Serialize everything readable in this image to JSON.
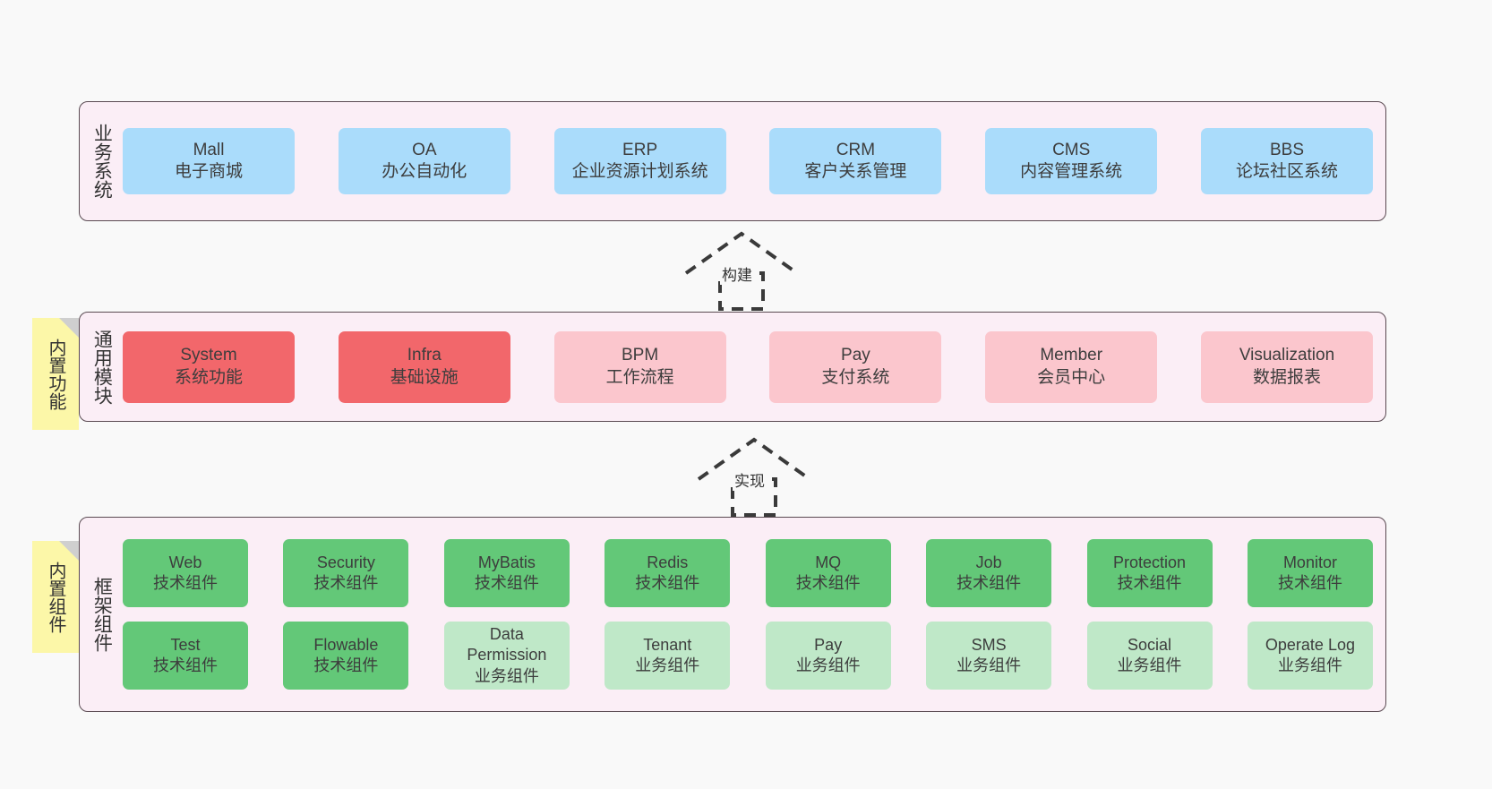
{
  "diagram": {
    "background": "#f9f9f9",
    "layer_fill": "#fbeef6",
    "layer_border": "#5a4a52",
    "note_fill": "#fcf7a8"
  },
  "layers": [
    {
      "id": "business",
      "title": "业务系统",
      "color": "#aadcfb",
      "items": [
        {
          "name": "Mall",
          "desc": "电子商城",
          "color": "#aadcfb"
        },
        {
          "name": "OA",
          "desc": "办公自动化",
          "color": "#aadcfb"
        },
        {
          "name": "ERP",
          "desc": "企业资源计划系统",
          "color": "#aadcfb"
        },
        {
          "name": "CRM",
          "desc": "客户关系管理",
          "color": "#aadcfb"
        },
        {
          "name": "CMS",
          "desc": "内容管理系统",
          "color": "#aadcfb"
        },
        {
          "name": "BBS",
          "desc": "论坛社区系统",
          "color": "#aadcfb"
        }
      ]
    },
    {
      "id": "module",
      "title": "通用模块",
      "note": "内置功能",
      "items": [
        {
          "name": "System",
          "desc": "系统功能",
          "color": "#f2676b"
        },
        {
          "name": "Infra",
          "desc": "基础设施",
          "color": "#f2676b"
        },
        {
          "name": "BPM",
          "desc": "工作流程",
          "color": "#fbc6cd"
        },
        {
          "name": "Pay",
          "desc": "支付系统",
          "color": "#fbc6cd"
        },
        {
          "name": "Member",
          "desc": "会员中心",
          "color": "#fbc6cd"
        },
        {
          "name": "Visualization",
          "desc": "数据报表",
          "color": "#fbc6cd"
        }
      ]
    },
    {
      "id": "framework",
      "title": "框架组件",
      "note": "内置组件",
      "rows": [
        [
          {
            "name": "Web",
            "desc": "技术组件",
            "color": "#63c878"
          },
          {
            "name": "Security",
            "desc": "技术组件",
            "color": "#63c878"
          },
          {
            "name": "MyBatis",
            "desc": "技术组件",
            "color": "#63c878"
          },
          {
            "name": "Redis",
            "desc": "技术组件",
            "color": "#63c878"
          },
          {
            "name": "MQ",
            "desc": "技术组件",
            "color": "#63c878"
          },
          {
            "name": "Job",
            "desc": "技术组件",
            "color": "#63c878"
          },
          {
            "name": "Protection",
            "desc": "技术组件",
            "color": "#63c878"
          },
          {
            "name": "Monitor",
            "desc": "技术组件",
            "color": "#63c878"
          }
        ],
        [
          {
            "name": "Test",
            "desc": "技术组件",
            "color": "#63c878"
          },
          {
            "name": "Flowable",
            "desc": "技术组件",
            "color": "#63c878"
          },
          {
            "name": "Data Permission",
            "desc": "业务组件",
            "color": "#bfe8c8"
          },
          {
            "name": "Tenant",
            "desc": "业务组件",
            "color": "#bfe8c8"
          },
          {
            "name": "Pay",
            "desc": "业务组件",
            "color": "#bfe8c8"
          },
          {
            "name": "SMS",
            "desc": "业务组件",
            "color": "#bfe8c8"
          },
          {
            "name": "Social",
            "desc": "业务组件",
            "color": "#bfe8c8"
          },
          {
            "name": "Operate Log",
            "desc": "业务组件",
            "color": "#bfe8c8"
          }
        ]
      ]
    }
  ],
  "connectors": [
    {
      "id": "build",
      "label": "构建"
    },
    {
      "id": "implement",
      "label": "实现"
    }
  ]
}
